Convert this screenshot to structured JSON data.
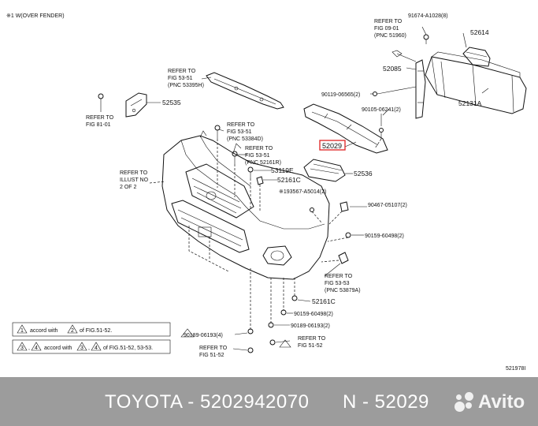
{
  "diagram": {
    "header_note": "※1 W(OVER FENDER)",
    "diagram_id": "521978I",
    "labels": {
      "refer_fig_09_01": [
        "REFER TO",
        "FIG 09-01",
        "(PNC 51960)"
      ],
      "pn_91674": "91674-A1028(8)",
      "pn_52614": "52614",
      "pn_52085": "52085",
      "pn_90119_06565": "90119-06565(2)",
      "pn_52131A": "52131A",
      "pn_90105": "90105-06241(2)",
      "refer_fig_53_51_top": [
        "REFER TO",
        "FIG 53-51",
        "(PNC 53395H)"
      ],
      "pn_52535": "52535",
      "refer_fig_81_01": [
        "REFER TO",
        "FIG 81-01"
      ],
      "refer_fig_53_51_b": [
        "REFER TO",
        "FIG 53-51",
        "(PNC 53384D)"
      ],
      "pn_52029": "52029",
      "refer_fig_53_51_c": [
        "REFER TO",
        "FIG 53-51",
        "(PNC 52161R)"
      ],
      "refer_illust": [
        "REFER TO",
        "ILLUST NO",
        "2 OF 2"
      ],
      "pn_53119E": "53119E",
      "pn_52536": "52536",
      "pn_52161C_top": "52161C",
      "pn_193567": "※193567-A5014(2)",
      "pn_90467": "90467-05107(2)",
      "pn_90159_a": "90159-60498(2)",
      "refer_fig_53_53": [
        "REFER TO",
        "FIG 53-53",
        "(PNC 53879A)"
      ],
      "pn_52161C_bottom": "52161C",
      "pn_90159_b": "90159-60498(2)",
      "pn_90189_right": "90189-06193(2)",
      "pn_90189_left": "90189-06193(4)",
      "refer_fig_51_52_a": [
        "REFER TO",
        "FIG 51-52"
      ],
      "refer_fig_51_52_b": [
        "REFER TO",
        "FIG 51-52"
      ]
    },
    "legend": {
      "row1": {
        "a": "1",
        "text_mid": "accord with",
        "b": "2",
        "text_end": "of FIG.51-52."
      },
      "row2": {
        "a": "3",
        "b": "4",
        "text_mid": "accord with",
        "c": "3",
        "d": "4",
        "text_end": "of FIG.51-52, 53-53."
      }
    }
  },
  "footer": {
    "part_title": "TOYOTA - 5202942070",
    "ref_number": "N - 52029",
    "watermark": "Avito"
  },
  "colors": {
    "footer_bg": "#9c9c9c",
    "highlight": "#e03030",
    "ink": "#111111"
  }
}
